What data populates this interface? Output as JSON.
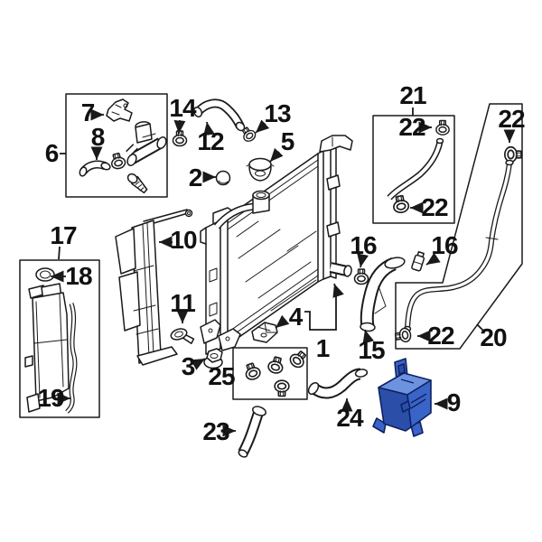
{
  "diagram": {
    "kind": "exploded-parts-diagram",
    "visible_text_only_numbers": true
  },
  "colors": {
    "line": "#1a1a1a",
    "background": "#ffffff",
    "highlight_fill": "#3a64c8",
    "highlight_top": "#6d92e0",
    "highlight_shade": "#2b4fa8",
    "highlight_outline": "#0e2263"
  },
  "callouts": {
    "c1": "1",
    "c2": "2",
    "c3": "3",
    "c4": "4",
    "c5": "5",
    "c6": "6",
    "c7": "7",
    "c8": "8",
    "c9": "9",
    "c10": "10",
    "c11": "11",
    "c12": "12",
    "c13": "13",
    "c14": "14",
    "c15": "15",
    "c16": "16",
    "c17": "17",
    "c18": "18",
    "c19": "19",
    "c20": "20",
    "c21": "21",
    "c22": "22",
    "c23": "23",
    "c24": "24",
    "c25": "25"
  }
}
